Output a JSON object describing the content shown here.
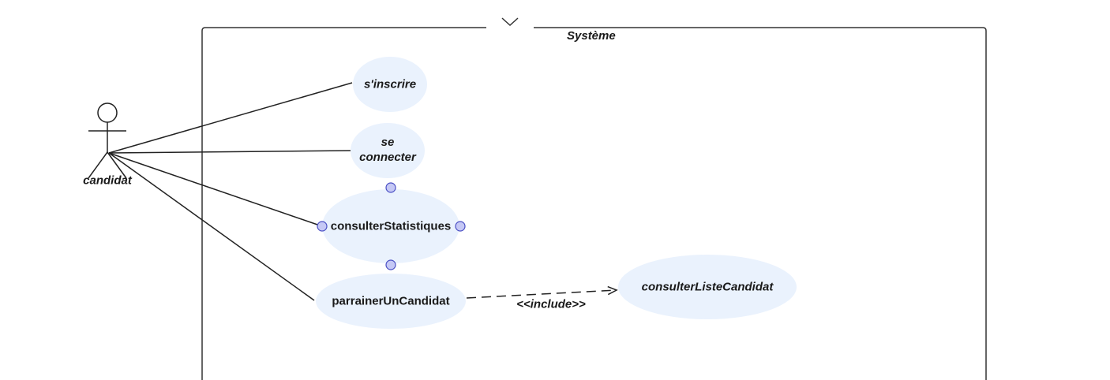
{
  "system": {
    "title": "Système"
  },
  "actor": {
    "name": "candidat"
  },
  "use_cases": [
    {
      "id": "inscrire",
      "label": "s'inscrire"
    },
    {
      "id": "connecter",
      "label_line1": "se",
      "label_line2": "connecter"
    },
    {
      "id": "statistiques",
      "label": "consulterStatistiques"
    },
    {
      "id": "parrainer",
      "label": "parrainerUnCandidat"
    },
    {
      "id": "liste",
      "label": "consulterListeCandidat"
    }
  ],
  "relations": {
    "include_label": "<<include>>"
  },
  "colors": {
    "usecase_fill": "#eaf2fd",
    "handle_fill": "#c5c8f5",
    "handle_stroke": "#4a4fc4",
    "line": "#222222"
  }
}
